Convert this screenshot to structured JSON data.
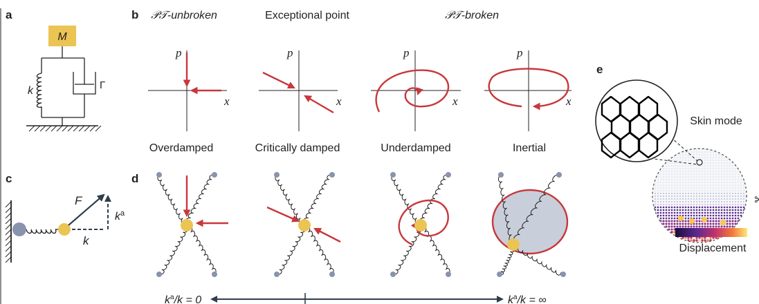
{
  "panels": {
    "a": "a",
    "b": "b",
    "c": "c",
    "d": "d",
    "e": "e"
  },
  "panel_a": {
    "mass": "M",
    "spring": "k",
    "damper": "Γ"
  },
  "panel_b": {
    "headers": [
      "𝒫𝒯-unbroken",
      "Exceptional point",
      "𝒫𝒯-broken"
    ],
    "axis_p": "p",
    "axis_x": "x"
  },
  "panel_c": {
    "force": "F",
    "spring": "k",
    "transverse": "k",
    "transverse_sup": "a"
  },
  "panel_d": {
    "labels": [
      "Overdamped",
      "Critically damped",
      "Underdamped",
      "Inertial"
    ]
  },
  "panel_e": {
    "skin_label": "Skin mode",
    "colorbar_label": "Displacement"
  },
  "scale": {
    "left_k": "k",
    "left_sup": "a",
    "left_expr": "/k = 0",
    "right_k": "k",
    "right_sup": "a",
    "right_expr": "/k = ∞"
  },
  "colors": {
    "accent_red": "#c8373a",
    "mass_yellow": "#ebc453",
    "node_gray": "#8a93ad",
    "dark": "#2f3e4a"
  }
}
